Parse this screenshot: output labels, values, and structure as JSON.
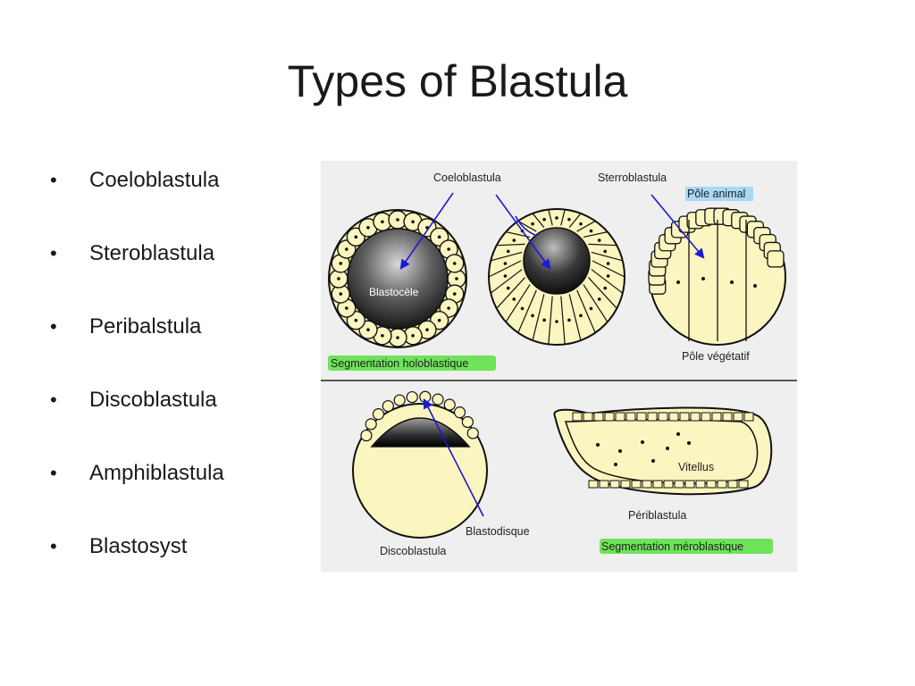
{
  "title": "Types of Blastula",
  "bullets": [
    "Coeloblastula",
    "Steroblastula",
    "Peribalstula",
    "Discoblastula",
    "Amphiblastula",
    "Blastosyst"
  ],
  "figure": {
    "label_coeloblastula": "Coeloblastula",
    "label_sterroblastula": "Sterroblastula",
    "label_pole_animal": "Pôle animal",
    "label_blastocele": "Blastocèle",
    "label_segmentation_holoblastique": "Segmentation holoblastique",
    "label_pole_vegetatif": "Pôle végétatif",
    "label_vitellus": "Vitellus",
    "label_periblastula": "Périblastula",
    "label_blastodisque": "Blastodisque",
    "label_discoblastula": "Discoblastula",
    "label_segmentation_meroblastique": "Segmentation méroblastique",
    "colors": {
      "cell": "#fbf5bf",
      "highlight_green": "#6ee35a",
      "highlight_blue": "#a8d8f5",
      "arrow": "#1a1ad8",
      "background": "#efefef"
    }
  }
}
